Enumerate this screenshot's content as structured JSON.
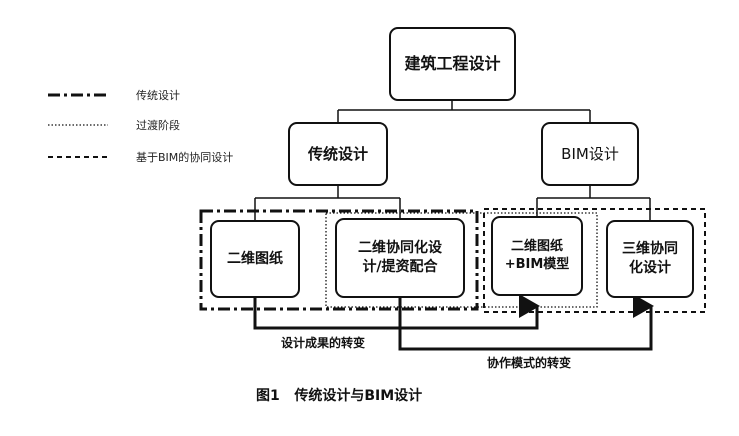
{
  "diagram": {
    "root": "建筑工程设计",
    "level2": {
      "traditional": "传统设计",
      "bim": "BIM设计"
    },
    "leaves": {
      "drawing_2d": "二维图纸",
      "collab_2d_line1": "二维协同化设",
      "collab_2d_line2": "计/提资配合",
      "drawing_bim_line1": "二维图纸",
      "drawing_bim_line2": "+BIM模型",
      "collab_3d_line1": "三维协同",
      "collab_3d_line2": "化设计"
    },
    "flows": {
      "result_change": "设计成果的转变",
      "mode_change": "协作模式的转变"
    },
    "legend": [
      {
        "style": "dash-dot",
        "label": "传统设计"
      },
      {
        "style": "dotted",
        "label": "过渡阶段"
      },
      {
        "style": "dashed",
        "label": "基于BIM的协同设计"
      }
    ],
    "caption": "图1   传统设计与BIM设计"
  }
}
